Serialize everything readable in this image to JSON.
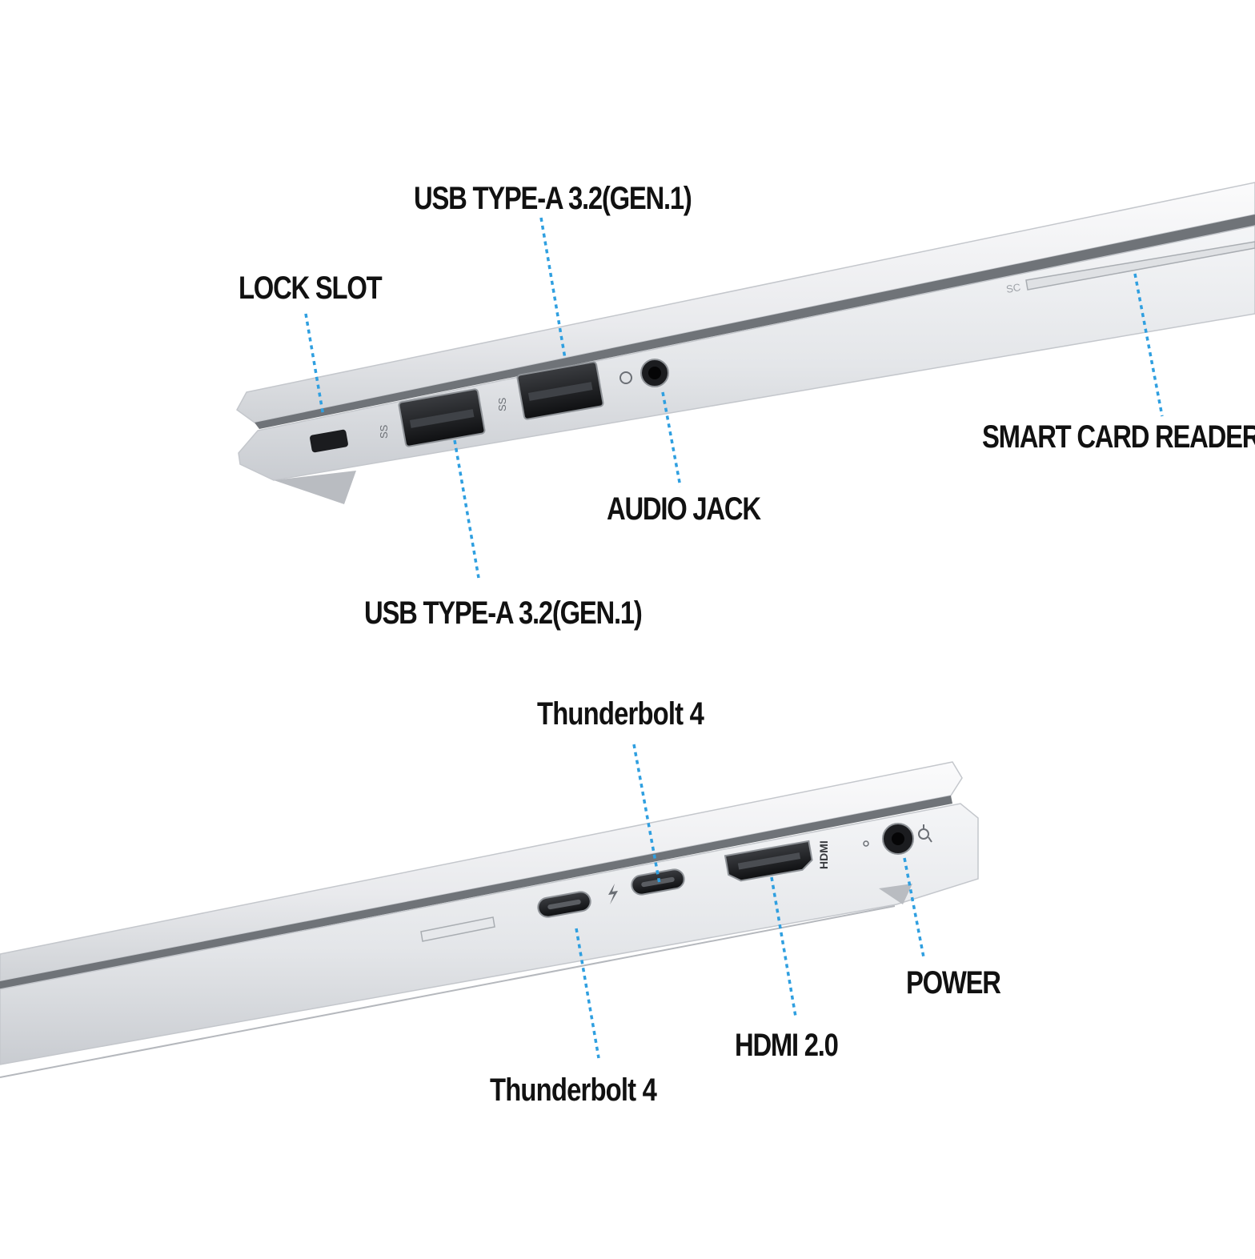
{
  "labels": {
    "lock_slot": "LOCK SLOT",
    "usb_a_top": "USB TYPE-A 3.2(GEN.1)",
    "usb_a_bottom": "USB TYPE-A 3.2(GEN.1)",
    "audio_jack": "AUDIO JACK",
    "smart_card_reader": "SMART CARD READER",
    "thunderbolt_top": "Thunderbolt 4",
    "thunderbolt_bottom": "Thunderbolt 4",
    "hdmi": "HDMI 2.0",
    "power": "POWER"
  },
  "port_markings": {
    "ss": "SS",
    "sc": "SC",
    "hdmi_logo": "HDMI"
  },
  "icons": [
    "lock-slot-icon",
    "usb-ss-icon",
    "headset-icon",
    "thunderbolt-icon",
    "hdmi-logo",
    "power-plug-icon"
  ],
  "colors": {
    "leader": "#2f9fe0",
    "label_text": "#111111",
    "chassis_light": "#f1f2f4",
    "chassis_mid": "#d9dbdf",
    "chassis_dark": "#9ea2a8",
    "port_dark": "#1b1c1f"
  }
}
